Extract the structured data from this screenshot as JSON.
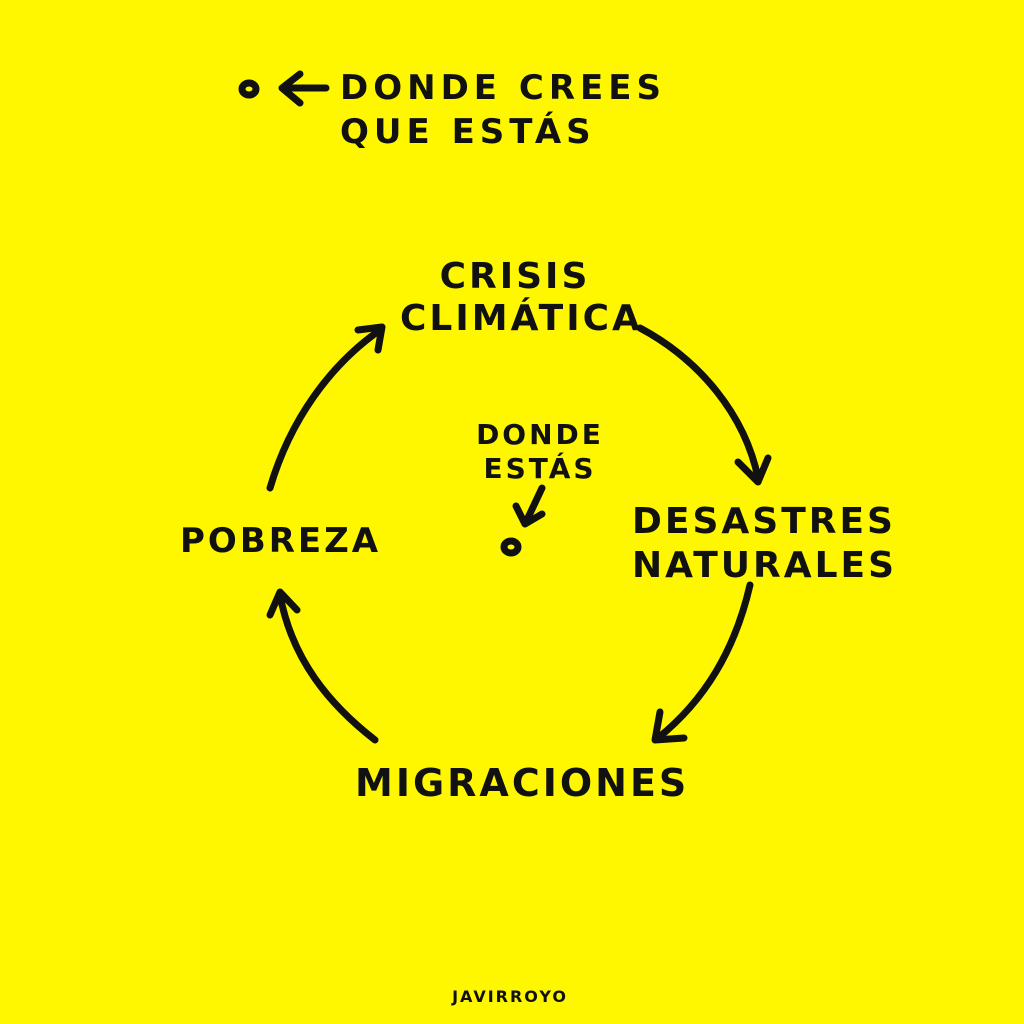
{
  "background_color": "#FFF700",
  "ink_color": "#111111",
  "legend": {
    "marker_icon": "dot-marker",
    "arrow_icon": "left-arrow",
    "lines": [
      "DONDE CREES",
      "QUE ESTÁS"
    ]
  },
  "cycle": {
    "nodes": [
      {
        "id": "crisis",
        "lines": [
          "CRISIS",
          "CLIMÁTICA"
        ]
      },
      {
        "id": "desastres",
        "lines": [
          "DESASTRES",
          "NATURALES"
        ]
      },
      {
        "id": "migraciones",
        "lines": [
          "MIGRACIONES"
        ]
      },
      {
        "id": "pobreza",
        "lines": [
          "POBREZA"
        ]
      }
    ],
    "edges": [
      {
        "from": "crisis",
        "to": "desastres"
      },
      {
        "from": "desastres",
        "to": "migraciones"
      },
      {
        "from": "migraciones",
        "to": "pobreza"
      },
      {
        "from": "pobreza",
        "to": "crisis"
      }
    ]
  },
  "center": {
    "lines": [
      "DONDE",
      "ESTÁS"
    ],
    "marker_icon": "dot-marker",
    "arrow_icon": "down-arrow"
  },
  "signature": "JAVIRROYO"
}
